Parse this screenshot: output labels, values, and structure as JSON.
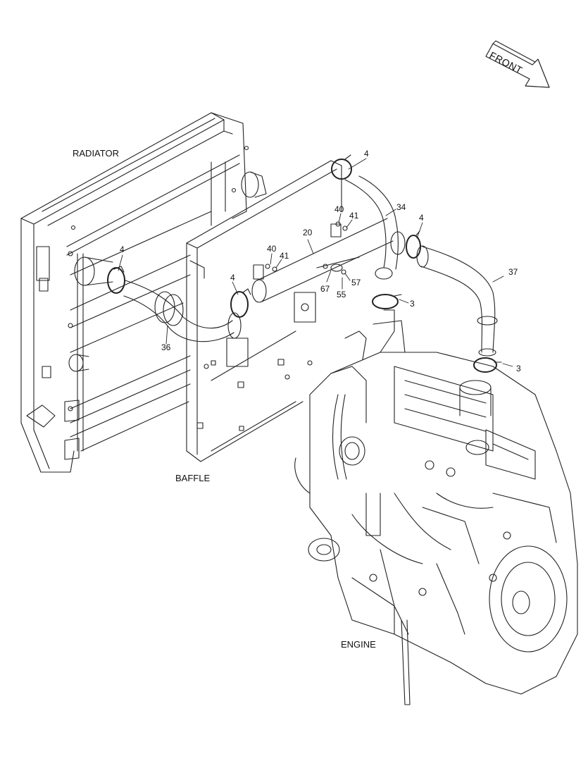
{
  "labels": {
    "radiator": "RADIATOR",
    "baffle": "BAFFLE",
    "engine": "ENGINE",
    "front": "FRONT"
  },
  "callouts": {
    "c4a": "4",
    "c4b": "4",
    "c4c": "4",
    "c4d": "4",
    "c34": "34",
    "c20": "20",
    "c40a": "40",
    "c41a": "41",
    "c40b": "40",
    "c41b": "41",
    "c67": "67",
    "c57": "57",
    "c55": "55",
    "c3a": "3",
    "c3b": "3",
    "c36": "36",
    "c37": "37"
  }
}
